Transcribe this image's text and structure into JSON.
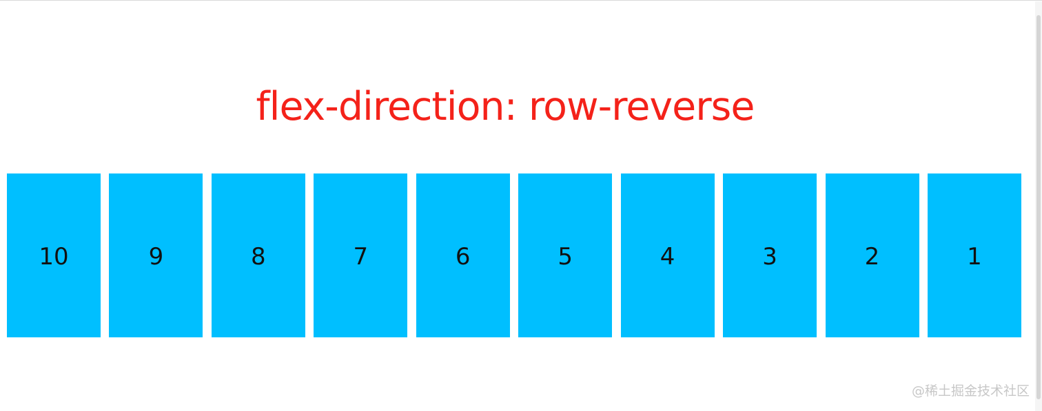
{
  "heading": {
    "text": "flex-direction: row-reverse"
  },
  "boxes": [
    {
      "label": "1"
    },
    {
      "label": "2"
    },
    {
      "label": "3"
    },
    {
      "label": "4"
    },
    {
      "label": "5"
    },
    {
      "label": "6"
    },
    {
      "label": "7"
    },
    {
      "label": "8"
    },
    {
      "label": "9"
    },
    {
      "label": "10"
    }
  ],
  "watermark": {
    "text": "@稀土掘金技术社区"
  },
  "colors": {
    "heading": "#f4221a",
    "box_background": "#00bfff",
    "box_text": "#111111",
    "page_background": "#ffffff"
  }
}
